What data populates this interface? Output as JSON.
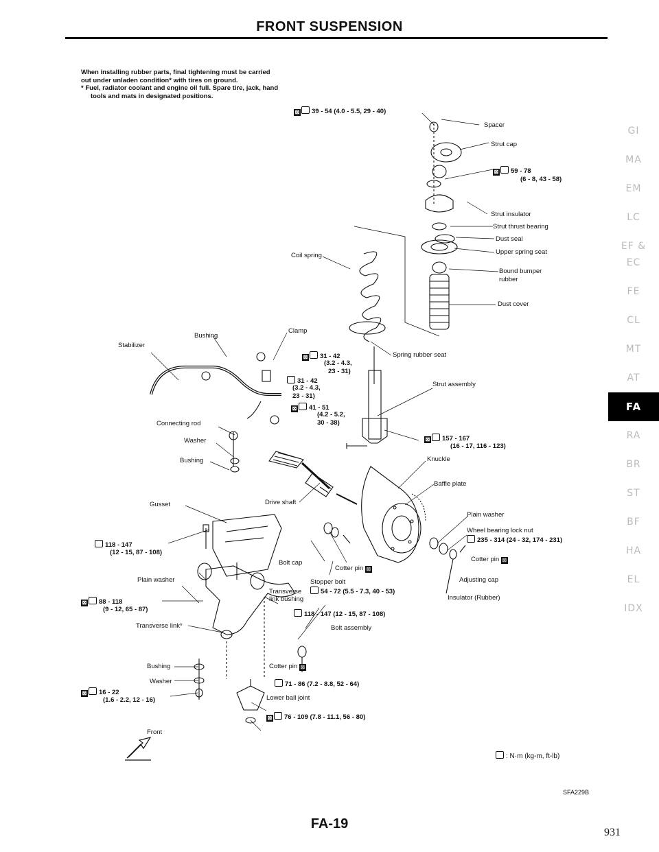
{
  "page_title": "FRONT SUSPENSION",
  "notes": {
    "line1": "When installing rubber parts, final tightening must be carried out under unladen condition* with tires on ground.",
    "line2": "* Fuel, radiator coolant and engine oil full. Spare tire, jack, hand tools and mats in designated positions."
  },
  "labels": {
    "spacer": "Spacer",
    "torque_top": "39 - 54 (4.0 - 5.5, 29 - 40)",
    "strut_cap": "Strut cap",
    "torque_59": "59 - 78",
    "torque_59b": "(6 - 8, 43 - 58)",
    "strut_insulator": "Strut insulator",
    "strut_thrust_bearing": "Strut thrust bearing",
    "dust_seal": "Dust seal",
    "upper_spring_seat": "Upper spring seat",
    "coil_spring": "Coil spring",
    "bound_bumper": "Bound bumper",
    "rubber": "rubber",
    "dust_cover": "Dust cover",
    "clamp": "Clamp",
    "bushing_top": "Bushing",
    "stabilizer": "Stabilizer",
    "torque_31a": "31 - 42",
    "torque_31a2": "(3.2 - 4.3,",
    "torque_31a3": "23 - 31)",
    "torque_31b": "31 - 42",
    "torque_31b2": "(3.2 - 4.3,",
    "torque_31b3": "23 - 31)",
    "spring_rubber_seat": "Spring rubber seat",
    "strut_assembly": "Strut assembly",
    "torque_41": "41 - 51",
    "torque_41b": "(4.2 - 5.2,",
    "torque_41c": "30 - 38)",
    "connecting_rod": "Connecting rod",
    "washer_mid": "Washer",
    "bushing_mid": "Bushing",
    "torque_157": "157 - 167",
    "torque_157b": "(16 - 17, 116 - 123)",
    "knuckle": "Knuckle",
    "baffle_plate": "Baffle plate",
    "gusset": "Gusset",
    "drive_shaft": "Drive shaft",
    "plain_washer_right": "Plain washer",
    "wheel_bearing_lock_nut": "Wheel bearing lock nut",
    "torque_235": "235 - 314 (24 - 32, 174 - 231)",
    "torque_118a": "118 - 147",
    "torque_118a2": "(12 - 15, 87 - 108)",
    "bolt_cap": "Bolt cap",
    "cotter_pin_mid": "Cotter pin",
    "cotter_pin_right": "Cotter pin",
    "adjusting_cap": "Adjusting cap",
    "plain_washer_left": "Plain washer",
    "stopper_bolt": "Stopper bolt",
    "torque_54": "54 - 72 (5.5 - 7.3, 40 - 53)",
    "transverse_link_bushing": "Transverse",
    "transverse_link_bushing2": "link bushing",
    "insulator": "Insulator (Rubber)",
    "torque_88": "88 - 118",
    "torque_88b": "(9 - 12, 65 - 87)",
    "torque_118b": "118 - 147 (12 - 15, 87 - 108)",
    "transverse_link": "Transverse link*",
    "bolt_assembly": "Bolt assembly",
    "bushing_low": "Bushing",
    "cotter_pin_low": "Cotter pin",
    "washer_low": "Washer",
    "torque_71": "71 - 86 (7.2 - 8.8, 52 - 64)",
    "torque_16": "16 - 22",
    "torque_16b": "(1.6 - 2.2, 12 - 16)",
    "lower_ball_joint": "Lower ball joint",
    "torque_76": "76 - 109 (7.8 - 11.1, 56 - 80)",
    "front": "Front"
  },
  "legend": ": N·m (kg-m, ft-lb)",
  "figure_code": "SFA229B",
  "page_number": "FA-19",
  "manual_page": "931",
  "sidenav": [
    {
      "label": "GI"
    },
    {
      "label": "MA"
    },
    {
      "label": "EM"
    },
    {
      "label": "LC"
    },
    {
      "label": "EF &"
    },
    {
      "label": "EC"
    },
    {
      "label": "FE"
    },
    {
      "label": "CL"
    },
    {
      "label": "MT"
    },
    {
      "label": "AT"
    },
    {
      "label": "FA"
    },
    {
      "label": "RA"
    },
    {
      "label": "BR"
    },
    {
      "label": "ST"
    },
    {
      "label": "BF"
    },
    {
      "label": "HA"
    },
    {
      "label": "EL"
    },
    {
      "label": "IDX"
    }
  ],
  "active_section": "FA"
}
